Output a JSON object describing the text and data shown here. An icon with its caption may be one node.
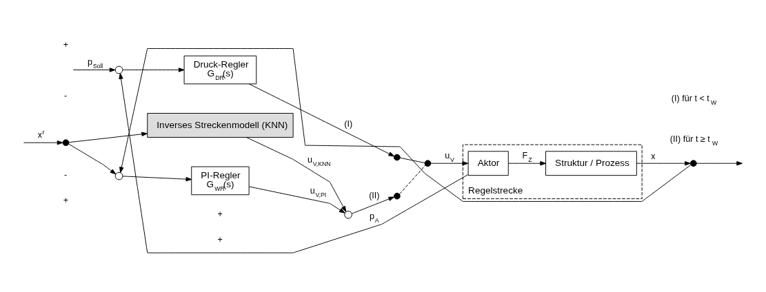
{
  "diagram": {
    "nodes": [
      {
        "text": [],
        "shape": "circle"
      },
      {
        "text": [
          "Druck-Regler",
          "G$_{DR}$(s)"
        ]
      },
      {
        "text": [
          "Inverses Streckenmodell (KNN)"
        ]
      },
      {
        "text": [
          "PI-Regler",
          "G$_{WR}$(s)"
        ]
      },
      {
        "text": [],
        "shape": "circle"
      },
      {
        "text": [],
        "shape": "circle"
      },
      {
        "text": [
          "Regelstrecke"
        ]
      },
      {
        "text": [
          "Aktor"
        ],
        "in": 6
      },
      {
        "text": [
          "Struktur / Prozess"
        ],
        "in": 6
      },
      {
        "text": [],
        "shape": "circle"
      },
      {
        "text": [],
        "shape": "circle"
      },
      {
        "text": [],
        "shape": "circle"
      },
      {
        "text": [],
        "shape": "circle"
      },
      {
        "text": [],
        "shape": "circle"
      }
    ],
    "edges": [
      {
        "from": null,
        "to": 0,
        "arrow": "to",
        "label": "p$_{Soll}$"
      },
      {
        "from": 0,
        "to": 1,
        "arrow": "to"
      },
      {
        "from": 1,
        "to": 9,
        "arrow": "to",
        "label": "(I)"
      },
      {
        "from": 9,
        "to": 11,
        "arrow": "none"
      },
      {
        "from": 10,
        "to": 11,
        "arrow": "none",
        "style": "dashed"
      },
      {
        "from": 11,
        "to": 7,
        "arrow": "to",
        "label": "u$_{V}$"
      },
      {
        "from": 7,
        "to": 8,
        "arrow": "to",
        "label": "F$_{Z}$"
      },
      {
        "from": 8,
        "to": 12,
        "arrow": "to",
        "label": "x"
      },
      {
        "from": 12,
        "to": null,
        "arrow": "to"
      },
      {
        "from": 7,
        "to": 0,
        "arrow": "to",
        "label": "p$_{A}$"
      },
      {
        "from": null,
        "to": 13,
        "arrow": "to",
        "label": "x$^{r}$"
      },
      {
        "from": 13,
        "to": 2,
        "arrow": "to"
      },
      {
        "from": 13,
        "to": 4,
        "arrow": "to"
      },
      {
        "from": 4,
        "to": 3,
        "arrow": "to"
      },
      {
        "from": 2,
        "to": 5,
        "arrow": "to",
        "label": "u$_{V,KNN}$"
      },
      {
        "from": 3,
        "to": 5,
        "arrow": "to",
        "label": "u$_{V,PI}$"
      },
      {
        "from": 5,
        "to": 10,
        "arrow": "to",
        "label": "(II)"
      },
      {
        "from": 12,
        "to": 4,
        "arrow": "to"
      }
    ],
    "labels": [
      "(I) für t < t$_{W}$",
      "(II) für t ≥ t$_{W}$",
      "-",
      "+",
      "+",
      "+",
      "+",
      "-"
    ]
  }
}
